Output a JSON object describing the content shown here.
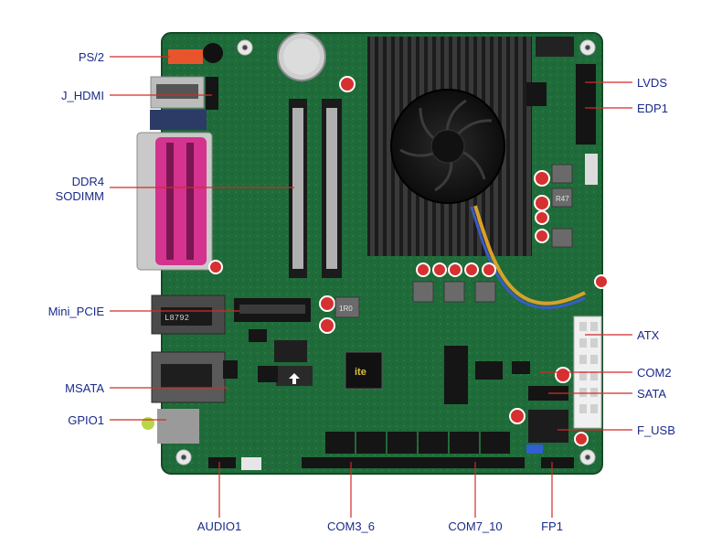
{
  "labels_left": [
    "PS/2",
    "J_HDMI",
    "DDR4",
    "SODIMM",
    "Mini_PCIE",
    "MSATA",
    "GPIO1"
  ],
  "labels_right": [
    "LVDS",
    "EDP1",
    "ATX",
    "COM2",
    "SATA",
    "F_USB"
  ],
  "labels_bottom": [
    "AUDIO1",
    "COM3_6",
    "COM7_10",
    "FP1"
  ],
  "chip_text": [
    "ite",
    "L8792",
    "R47",
    "1R0"
  ],
  "colors": {
    "board": "#1f6b3a",
    "heatsink": "#2a2a2a",
    "leader_line": "#d22a2a",
    "label": "#1a2a8a",
    "parallel_port": "#d4338f"
  }
}
